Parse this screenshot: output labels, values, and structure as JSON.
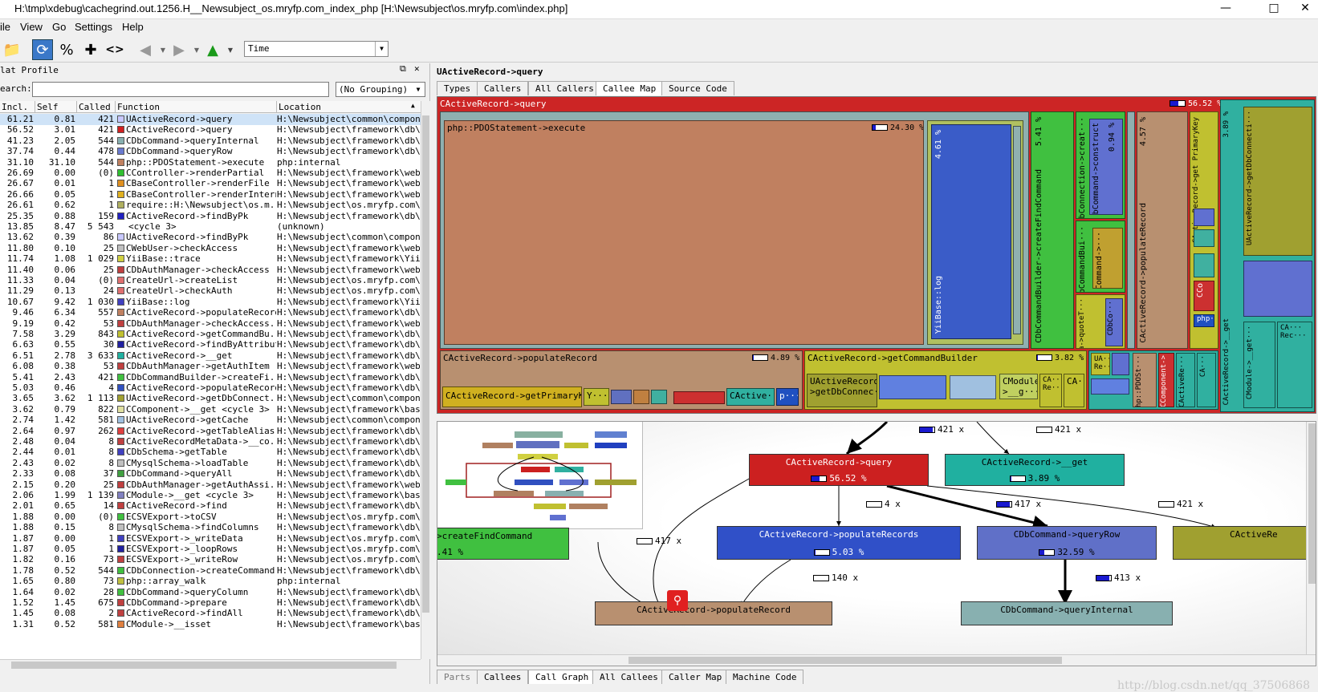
{
  "window": {
    "title": "H:\\tmp\\xdebug\\cachegrind.out.1256.H__Newsubject_os.mryfp.com_index_php [H:\\Newsubject\\os.mryfp.com\\index.php]"
  },
  "menu": [
    "ile",
    "View",
    "Go",
    "Settings",
    "Help"
  ],
  "toolbar": {
    "cost_type": "Time"
  },
  "left": {
    "title": "lat Profile",
    "search_label": "earch:",
    "grouping": "(No Grouping)",
    "columns": [
      "Incl.",
      "Self",
      "Called",
      "Function",
      "Location"
    ],
    "rows": [
      {
        "incl": "61.21",
        "self": "0.81",
        "called": "421",
        "func": "UActiveRecord->query",
        "loc": "H:\\Newsubject\\common\\compone",
        "color": "#c8c8ff"
      },
      {
        "incl": "56.52",
        "self": "3.01",
        "called": "421",
        "func": "CActiveRecord->query",
        "loc": "H:\\Newsubject\\framework\\db\\a",
        "color": "#d02020"
      },
      {
        "incl": "41.23",
        "self": "2.05",
        "called": "544",
        "func": "CDbCommand->queryInternal",
        "loc": "H:\\Newsubject\\framework\\db\\C",
        "color": "#88b0b0"
      },
      {
        "incl": "37.74",
        "self": "0.44",
        "called": "478",
        "func": "CDbCommand->queryRow",
        "loc": "H:\\Newsubject\\framework\\db\\C",
        "color": "#6a7ad0"
      },
      {
        "incl": "31.10",
        "self": "31.10",
        "called": "544",
        "func": "php::PDOStatement->execute",
        "loc": "php:internal",
        "color": "#c08060"
      },
      {
        "incl": "26.69",
        "self": "0.00",
        "called": "(0)",
        "func": "CController->renderPartial",
        "loc": "H:\\Newsubject\\framework\\web\\",
        "color": "#30c030"
      },
      {
        "incl": "26.67",
        "self": "0.01",
        "called": "1",
        "func": "CBaseController->renderFile",
        "loc": "H:\\Newsubject\\framework\\web\\",
        "color": "#e09020"
      },
      {
        "incl": "26.66",
        "self": "0.05",
        "called": "1",
        "func": "CBaseController->renderInternal",
        "loc": "H:\\Newsubject\\framework\\web\\",
        "color": "#e0b020"
      },
      {
        "incl": "26.61",
        "self": "0.62",
        "called": "1",
        "func": "require::H:\\Newsubject\\os.m...",
        "loc": "H:\\Newsubject\\os.mryfp.com\\p",
        "color": "#b0b060"
      },
      {
        "incl": "25.35",
        "self": "0.88",
        "called": "159",
        "func": "CActiveRecord->findByPk",
        "loc": "H:\\Newsubject\\framework\\db\\a",
        "color": "#2020c0"
      },
      {
        "incl": "13.85",
        "self": "8.47",
        "called": "5 543",
        "func": "<cycle 3>",
        "loc": "(unknown)",
        "color": ""
      },
      {
        "incl": "13.62",
        "self": "0.39",
        "called": "86",
        "func": "UActiveRecord->findByPk",
        "loc": "H:\\Newsubject\\common\\compone",
        "color": "#c8c8ff"
      },
      {
        "incl": "11.80",
        "self": "0.10",
        "called": "25",
        "func": "CWebUser->checkAccess",
        "loc": "H:\\Newsubject\\framework\\web\\",
        "color": "#c0c0c0"
      },
      {
        "incl": "11.74",
        "self": "1.08",
        "called": "1 029",
        "func": "YiiBase::trace",
        "loc": "H:\\Newsubject\\framework\\YiiB",
        "color": "#d0d040"
      },
      {
        "incl": "11.40",
        "self": "0.06",
        "called": "25",
        "func": "CDbAuthManager->checkAccess",
        "loc": "H:\\Newsubject\\framework\\web\\",
        "color": "#c04040"
      },
      {
        "incl": "11.33",
        "self": "0.04",
        "called": "(0)",
        "func": "CreateUrl->createList",
        "loc": "H:\\Newsubject\\os.mryfp.com\\p",
        "color": "#e07070"
      },
      {
        "incl": "11.29",
        "self": "0.13",
        "called": "24",
        "func": "CreateUrl->checkAuth",
        "loc": "H:\\Newsubject\\os.mryfp.com\\p",
        "color": "#e07070"
      },
      {
        "incl": "10.67",
        "self": "9.42",
        "called": "1 030",
        "func": "YiiBase::log",
        "loc": "H:\\Newsubject\\framework\\YiiB",
        "color": "#4040c0"
      },
      {
        "incl": "9.46",
        "self": "6.34",
        "called": "557",
        "func": "CActiveRecord->populateRecord",
        "loc": "H:\\Newsubject\\framework\\db\\a",
        "color": "#c08060"
      },
      {
        "incl": "9.19",
        "self": "0.42",
        "called": "53",
        "func": "CDbAuthManager->checkAccess...",
        "loc": "H:\\Newsubject\\framework\\web\\",
        "color": "#c04040"
      },
      {
        "incl": "7.58",
        "self": "3.29",
        "called": "843",
        "func": "CActiveRecord->getCommandBu...",
        "loc": "H:\\Newsubject\\framework\\db\\a",
        "color": "#c0c030"
      },
      {
        "incl": "6.63",
        "self": "0.55",
        "called": "30",
        "func": "CActiveRecord->findByAttributes",
        "loc": "H:\\Newsubject\\framework\\db\\a",
        "color": "#2020a0"
      },
      {
        "incl": "6.51",
        "self": "2.78",
        "called": "3 633",
        "func": "CActiveRecord->__get",
        "loc": "H:\\Newsubject\\framework\\db\\a",
        "color": "#20b0a0"
      },
      {
        "incl": "6.08",
        "self": "0.38",
        "called": "53",
        "func": "CDbAuthManager->getAuthItem",
        "loc": "H:\\Newsubject\\framework\\web\\",
        "color": "#c04040"
      },
      {
        "incl": "5.41",
        "self": "2.43",
        "called": "421",
        "func": "CDbCommandBuilder->createFi...",
        "loc": "H:\\Newsubject\\framework\\db\\s",
        "color": "#40c040"
      },
      {
        "incl": "5.03",
        "self": "0.46",
        "called": "4",
        "func": "CActiveRecord->populateRecords",
        "loc": "H:\\Newsubject\\framework\\db\\a",
        "color": "#3050c0"
      },
      {
        "incl": "3.65",
        "self": "3.62",
        "called": "1 113",
        "func": "UActiveRecord->getDbConnect...",
        "loc": "H:\\Newsubject\\common\\compone",
        "color": "#a0a030"
      },
      {
        "incl": "3.62",
        "self": "0.79",
        "called": "822",
        "func": "CComponent->__get <cycle 3>",
        "loc": "H:\\Newsubject\\framework\\base",
        "color": "#e0e0a0"
      },
      {
        "incl": "2.74",
        "self": "1.42",
        "called": "581",
        "func": "UActiveRecord->getCache",
        "loc": "H:\\Newsubject\\common\\compone",
        "color": "#a0c0e0"
      },
      {
        "incl": "2.64",
        "self": "0.97",
        "called": "262",
        "func": "CActiveRecord->getTableAlias",
        "loc": "H:\\Newsubject\\framework\\db\\a",
        "color": "#e04040"
      },
      {
        "incl": "2.48",
        "self": "0.04",
        "called": "8",
        "func": "CActiveRecordMetaData->__co...",
        "loc": "H:\\Newsubject\\framework\\db\\a",
        "color": "#c04040"
      },
      {
        "incl": "2.44",
        "self": "0.01",
        "called": "8",
        "func": "CDbSchema->getTable",
        "loc": "H:\\Newsubject\\framework\\db\\s",
        "color": "#4040c0"
      },
      {
        "incl": "2.43",
        "self": "0.02",
        "called": "8",
        "func": "CMysqlSchema->loadTable",
        "loc": "H:\\Newsubject\\framework\\db\\s",
        "color": "#c0c0c0"
      },
      {
        "incl": "2.33",
        "self": "0.08",
        "called": "37",
        "func": "CDbCommand->queryAll",
        "loc": "H:\\Newsubject\\framework\\db\\C",
        "color": "#40a040"
      },
      {
        "incl": "2.15",
        "self": "0.20",
        "called": "25",
        "func": "CDbAuthManager->getAuthAssi...",
        "loc": "H:\\Newsubject\\framework\\web\\",
        "color": "#c04040"
      },
      {
        "incl": "2.06",
        "self": "1.99",
        "called": "1 139",
        "func": "CModule->__get <cycle 3>",
        "loc": "H:\\Newsubject\\framework\\base",
        "color": "#8080c0"
      },
      {
        "incl": "2.01",
        "self": "0.65",
        "called": "14",
        "func": "CActiveRecord->find",
        "loc": "H:\\Newsubject\\framework\\db\\a",
        "color": "#c04040"
      },
      {
        "incl": "1.88",
        "self": "0.00",
        "called": "(0)",
        "func": "ECSVExport->toCSV",
        "loc": "H:\\Newsubject\\os.mryfp.com\\p",
        "color": "#40c040"
      },
      {
        "incl": "1.88",
        "self": "0.15",
        "called": "8",
        "func": "CMysqlSchema->findColumns",
        "loc": "H:\\Newsubject\\framework\\db\\s",
        "color": "#c0c0c0"
      },
      {
        "incl": "1.87",
        "self": "0.00",
        "called": "1",
        "func": "ECSVExport->_writeData",
        "loc": "H:\\Newsubject\\os.mryfp.com\\p",
        "color": "#4040c0"
      },
      {
        "incl": "1.87",
        "self": "0.05",
        "called": "1",
        "func": "ECSVExport->_loopRows",
        "loc": "H:\\Newsubject\\os.mryfp.com\\p",
        "color": "#2020a0"
      },
      {
        "incl": "1.82",
        "self": "0.16",
        "called": "73",
        "func": "ECSVExport->_writeRow",
        "loc": "H:\\Newsubject\\os.mryfp.com\\p",
        "color": "#c04040"
      },
      {
        "incl": "1.78",
        "self": "0.52",
        "called": "544",
        "func": "CDbConnection->createCommand",
        "loc": "H:\\Newsubject\\framework\\db\\C",
        "color": "#40c040"
      },
      {
        "incl": "1.65",
        "self": "0.80",
        "called": "73",
        "func": "php::array_walk",
        "loc": "php:internal",
        "color": "#c0c040"
      },
      {
        "incl": "1.64",
        "self": "0.02",
        "called": "28",
        "func": "CDbCommand->queryColumn",
        "loc": "H:\\Newsubject\\framework\\db\\C",
        "color": "#40c040"
      },
      {
        "incl": "1.52",
        "self": "1.45",
        "called": "675",
        "func": "CDbCommand->prepare",
        "loc": "H:\\Newsubject\\framework\\db\\C",
        "color": "#c04040"
      },
      {
        "incl": "1.45",
        "self": "0.08",
        "called": "2",
        "func": "CActiveRecord->findAll",
        "loc": "H:\\Newsubject\\framework\\db\\a",
        "color": "#c04040"
      },
      {
        "incl": "1.31",
        "self": "0.52",
        "called": "581",
        "func": "CModule->__isset",
        "loc": "H:\\Newsubject\\framework\\base",
        "color": "#e08040"
      }
    ]
  },
  "right": {
    "title": "UActiveRecord->query",
    "top_tabs": [
      "Types",
      "Callers",
      "All Callers",
      "Callee Map",
      "Source Code"
    ],
    "bottom_tabs": [
      "Parts",
      "Callees",
      "Call Graph",
      "All Callees",
      "Caller Map",
      "Machine Code"
    ],
    "treemap": {
      "root": {
        "label": "CActiveRecord->query",
        "pct": "56.52 %",
        "fill": 0.56
      },
      "execute": {
        "label": "php::PDOStatement->execute",
        "pct": "24.30 %",
        "fill": 0.24
      },
      "log": {
        "label": "YiiBase::log",
        "pct": "4.61 %",
        "fill": 0.05
      },
      "populate": {
        "label": "CActiveRecord->populateRecord",
        "pct": "4.89 %",
        "fill": 0.05
      },
      "getpk": {
        "label": "CActiveRecord->getPrimaryKey"
      },
      "cmdbuilder": {
        "label": "CActiveRecord->getCommandBuilder",
        "pct": "3.82 %",
        "fill": 0.04
      },
      "getdbconn": {
        "label": "UActiveRecord->getDbConnec···"
      },
      "cmodule": {
        "label": "CModule->__g···"
      },
      "createfind": {
        "label": "CDbCommandBuilder->createFindCommand",
        "pct": "5.41 %",
        "fill": 0.05
      },
      "createcmd": {
        "label": "CDbConnection->creat···"
      },
      "construct": {
        "label": "CDbCommand->construct",
        "pct": "0.94 %",
        "fill": 0.01
      },
      "cmdbui": {
        "label": "CDbCommandBui···"
      },
      "cdbcmd2": {
        "label": "CDbCommand->···"
      },
      "schema": {
        "label": "CDb Schema->quoteT···"
      },
      "cdbco": {
        "label": "CDbCo···"
      },
      "popright": {
        "label": "CActiveRecord->populateRecord",
        "pct": "4.57 %",
        "fill": 0.05
      },
      "getpk2": {
        "label": "CActiveRecord->get PrimaryKey"
      },
      "getright": {
        "label": "CActiveRecord->__get",
        "pct": "3.89 %",
        "fill": 0.04
      },
      "getdbconn2": {
        "label": "UActiveRecord->getDbConnecti···"
      },
      "misc1": {
        "label": "CActive···"
      },
      "misc2": {
        "label": "p···"
      },
      "misc3": {
        "label": "Y···"
      },
      "misc4": {
        "label": "CCo"
      },
      "misc5": {
        "label": "php··"
      },
      "misc6": {
        "label": "CModule->__get···"
      },
      "misc7": {
        "label": "CA···"
      },
      "misc8": {
        "label": "CA··· Re···"
      },
      "misc9": {
        "label": "php::PDOSt···"
      },
      "misc10": {
        "label": "CActiveRe···"
      },
      "misc11": {
        "label": "CComponent->"
      },
      "misc12": {
        "label": "UA··· Re···"
      },
      "misc13": {
        "label": "CA··· Rec···"
      },
      "misc14": {
        "label": "CA···"
      }
    },
    "graph": {
      "nodes": {
        "query": {
          "label": "CActiveRecord->query",
          "pct": "56.52 %",
          "fill": 0.56
        },
        "get": {
          "label": "CActiveRecord->__get",
          "pct": "3.89 %",
          "fill": 0.04
        },
        "createfind": {
          "label": ">createFindCommand",
          "pct": ".41 %"
        },
        "populateRecords": {
          "label": "CActiveRecord->populateRecords",
          "pct": "5.03 %",
          "fill": 0.05
        },
        "queryRow": {
          "label": "CDbCommand->queryRow",
          "pct": "32.59 %",
          "fill": 0.33
        },
        "cactivere": {
          "label": "CActiveRe"
        },
        "populateRecord": {
          "label": "CActiveRecord->populateRecord"
        },
        "queryInternal": {
          "label": "CDbCommand->queryInternal"
        }
      },
      "edges": {
        "e1": {
          "label": "421 x",
          "fill": 0.9
        },
        "e2": {
          "label": "421 x",
          "fill": 0
        },
        "e3": {
          "label": "4 x",
          "fill": 0
        },
        "e4": {
          "label": "417 x",
          "fill": 0.9
        },
        "e5": {
          "label": "421 x",
          "fill": 0
        },
        "e6": {
          "label": "417 x",
          "fill": 0
        },
        "e7": {
          "label": "140 x",
          "fill": 0
        },
        "e8": {
          "label": "413 x",
          "fill": 0.9
        }
      }
    }
  },
  "watermark": "http://blog.csdn.net/qq_37506868"
}
